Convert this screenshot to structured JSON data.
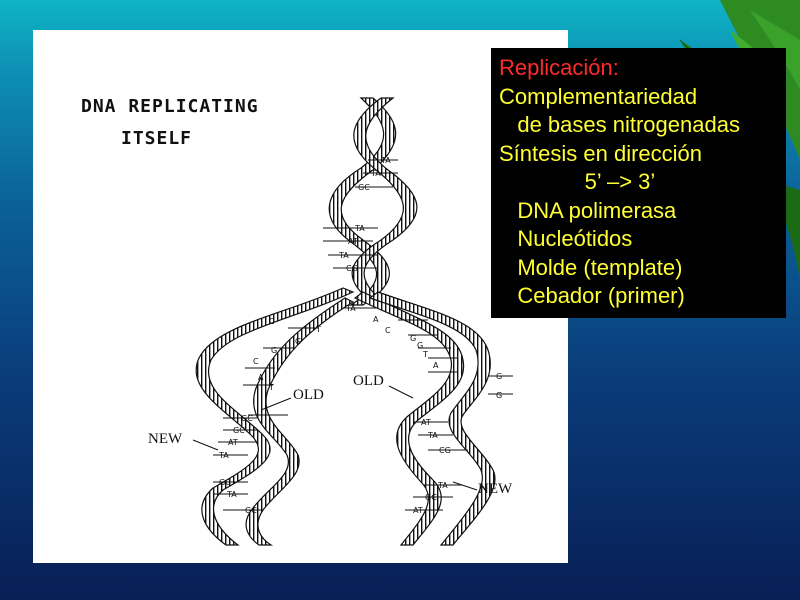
{
  "slide": {
    "diagram_title_line1": "DNA REPLICATING",
    "diagram_title_line2": "ITSELF",
    "labels": {
      "old_left": "OLD",
      "old_right": "OLD",
      "new_left": "NEW",
      "new_right": "NEW"
    },
    "base_pairs_top": [
      "TA",
      "TA",
      "GC",
      "TA",
      "AT",
      "TA",
      "CG",
      "TA"
    ],
    "left_fork_bases": [
      "T",
      "G",
      "C",
      "G",
      "C",
      "A",
      "T"
    ],
    "right_fork_bases": [
      "A",
      "C",
      "G",
      "G",
      "T",
      "A",
      "G",
      "G"
    ],
    "left_new_pairs": [
      "GC",
      "GC",
      "AT",
      "TA",
      "GC",
      "TA",
      "GC"
    ],
    "right_new_pairs": [
      "AT",
      "TA",
      "CG",
      "TA",
      "GC",
      "AT"
    ],
    "textbox": {
      "line1": "Replicación:",
      "line2": "Complementariedad",
      "line3": "   de bases nitrogenadas",
      "line4": "Síntesis en dirección",
      "line5": "              5’ –> 3’",
      "line6": "   DNA polimerasa",
      "line7": "   Nucleótidos",
      "line8": "   Molde (template)",
      "line9": "   Cebador (primer)"
    },
    "colors": {
      "heading": "#ff2a2a",
      "body_text": "#ffff33",
      "textbox_bg": "#000000"
    }
  }
}
